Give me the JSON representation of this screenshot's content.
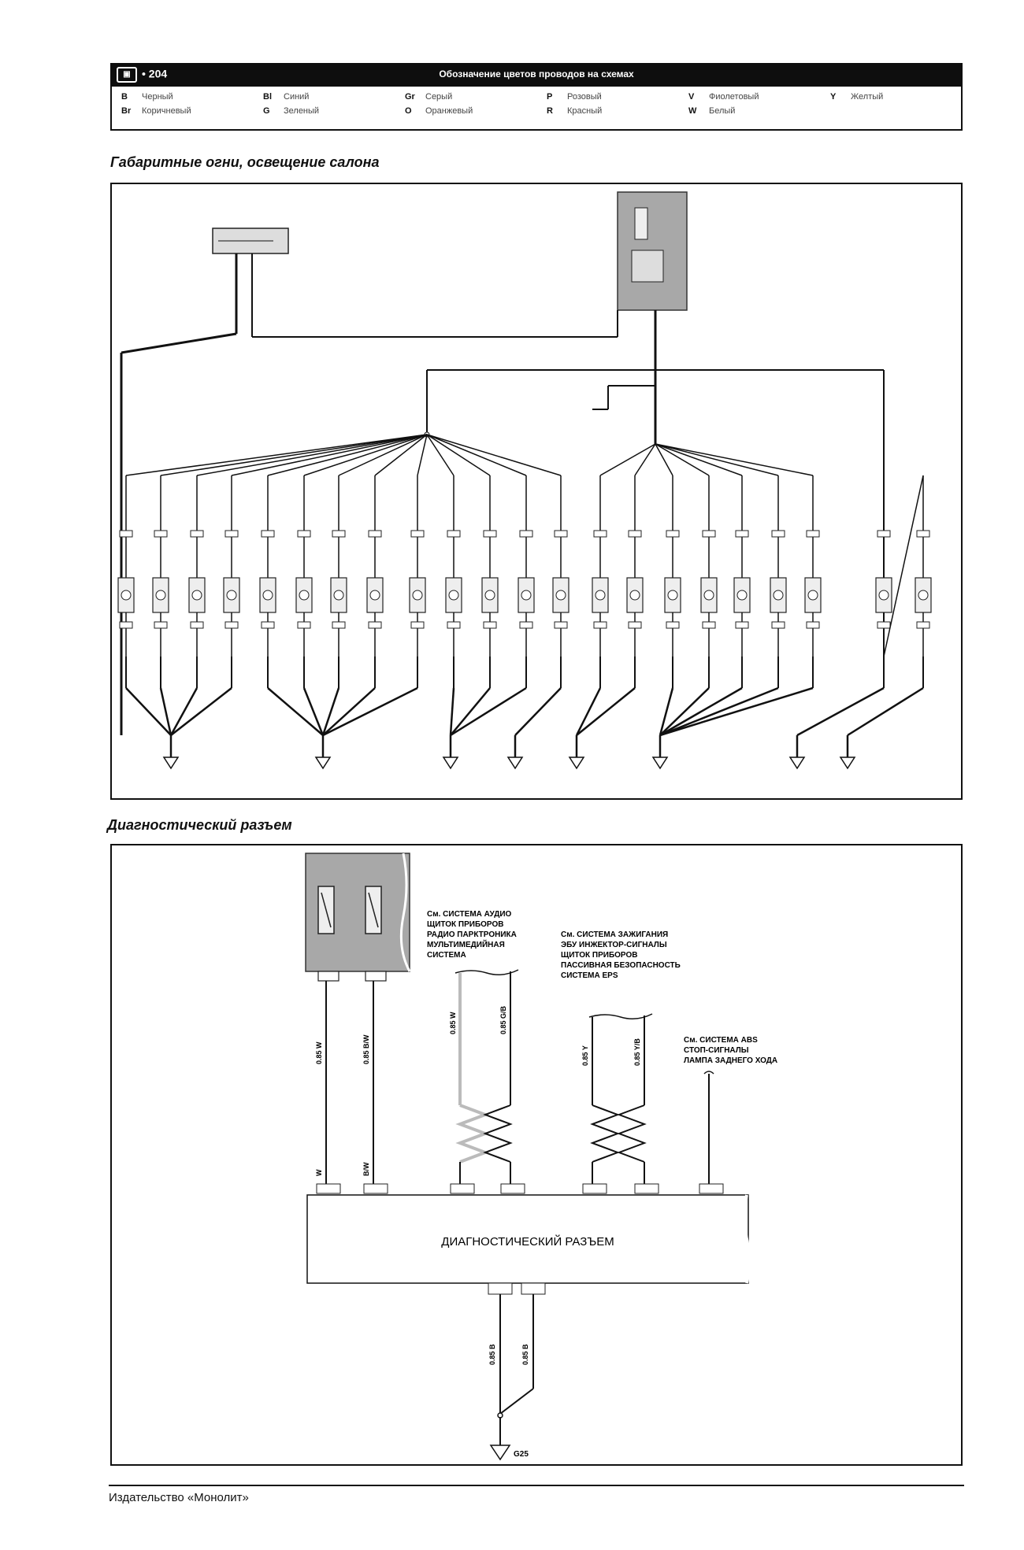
{
  "header": {
    "page_number": "204",
    "title": "Обозначение цветов проводов на схемах"
  },
  "color_legend": [
    {
      "code": "B",
      "name": "Черный"
    },
    {
      "code": "Br",
      "name": "Коричневый"
    },
    {
      "code": "Bl",
      "name": "Синий"
    },
    {
      "code": "G",
      "name": "Зеленый"
    },
    {
      "code": "Gr",
      "name": "Серый"
    },
    {
      "code": "O",
      "name": "Оранжевый"
    },
    {
      "code": "P",
      "name": "Розовый"
    },
    {
      "code": "R",
      "name": "Красный"
    },
    {
      "code": "V",
      "name": "Фиолетовый"
    },
    {
      "code": "W",
      "name": "Белый"
    },
    {
      "code": "Y",
      "name": "Желтый"
    }
  ],
  "section1": {
    "title": "Габаритные огни, освещение салона"
  },
  "section2": {
    "title": "Диагностический разъем",
    "connector_label": "ДИАГНОСТИЧЕСКИЙ РАЗЪЕМ",
    "ground_label": "G25",
    "note1": [
      "См. СИСТЕМА АУДИО",
      "ЩИТОК ПРИБОРОВ",
      "РАДИО ПАРКТРОНИКА",
      "МУЛЬТИМЕДИЙНАЯ",
      "СИСТЕМА"
    ],
    "note2": [
      "См. СИСТЕМА ЗАЖИГАНИЯ",
      "ЭБУ ИНЖЕКТОР-СИГНАЛЫ",
      "ЩИТОК ПРИБОРОВ",
      "ПАССИВНАЯ БЕЗОПАСНОСТЬ",
      "СИСТЕМА EPS"
    ],
    "note3": [
      "См. СИСТЕМА ABS",
      "СТОП-СИГНАЛЫ",
      "ЛАМПА ЗАДНЕГО ХОДА"
    ]
  },
  "footer": {
    "publisher": "Издательство «Монолит»"
  }
}
